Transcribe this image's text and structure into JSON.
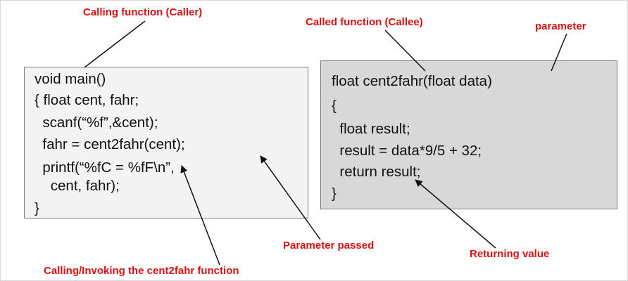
{
  "labels": {
    "caller": "Calling function (Caller)",
    "callee": "Called function (Callee)",
    "parameter": "parameter",
    "parameter_passed": "Parameter passed",
    "returning_value": "Returning value",
    "calling_invoking": "Calling/Invoking the cent2fahr function"
  },
  "caller_code": [
    "void main()",
    "{ float cent, fahr;",
    "  scanf(“%f”,&cent);",
    "  fahr = cent2fahr(cent);",
    "  printf(“%fC = %fF\\n”,",
    "    cent, fahr);",
    "}"
  ],
  "callee_code": [
    "float cent2fahr(float data)",
    "{",
    "  float result;",
    "  result = data*9/5 + 32;",
    "  return result;",
    "}"
  ],
  "colors": {
    "label_red": "#dd1111",
    "caller_box_bg": "#f3f3f3",
    "callee_box_bg": "#d8d8d8"
  }
}
